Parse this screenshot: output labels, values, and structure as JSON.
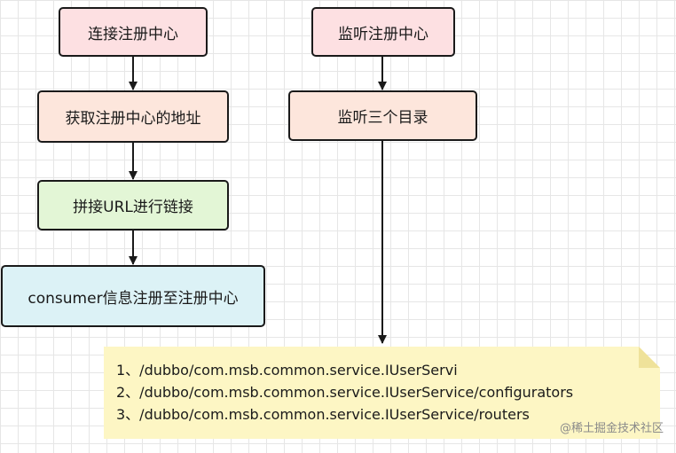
{
  "colors": {
    "pink": "#fde0e2",
    "peach": "#fde6dc",
    "green": "#e3f6d6",
    "cyan": "#dcf2f6",
    "note": "#fdf6c4",
    "stroke": "#1a1a1a"
  },
  "nodes": {
    "connect_registry": "连接注册中心",
    "get_registry_address": "获取注册中心的地址",
    "build_url_connect": "拼接URL进行链接",
    "consumer_register": "consumer信息注册至注册中心",
    "listen_registry": "监听注册中心",
    "listen_three_dirs": "监听三个目录"
  },
  "note": {
    "lines": [
      "1、/dubbo/com.msb.common.service.IUserServi",
      "2、/dubbo/com.msb.common.service.IUserService/configurators",
      "3、/dubbo/com.msb.common.service.IUserService/routers"
    ]
  },
  "watermark": "@稀土掘金技术社区"
}
